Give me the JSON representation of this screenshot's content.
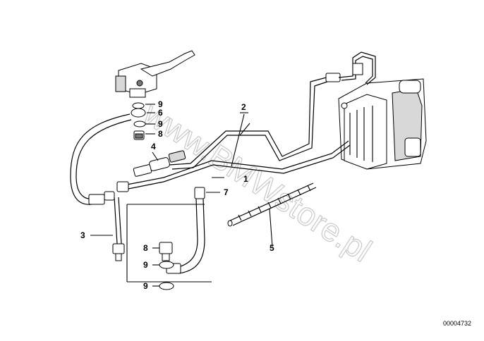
{
  "diagram": {
    "watermark": "www.BMWstore.pl",
    "document_number": "00004732",
    "callouts": [
      {
        "id": "c1",
        "text": "1"
      },
      {
        "id": "c2",
        "text": "2"
      },
      {
        "id": "c3",
        "text": "3"
      },
      {
        "id": "c4",
        "text": "4"
      },
      {
        "id": "c5",
        "text": "5"
      },
      {
        "id": "c6",
        "text": "6"
      },
      {
        "id": "c7",
        "text": "7"
      },
      {
        "id": "c8a",
        "text": "8"
      },
      {
        "id": "c8b",
        "text": "8"
      },
      {
        "id": "c9a",
        "text": "9"
      },
      {
        "id": "c9b",
        "text": "9"
      },
      {
        "id": "c9c",
        "text": "9"
      },
      {
        "id": "c9d",
        "text": "9"
      }
    ]
  }
}
